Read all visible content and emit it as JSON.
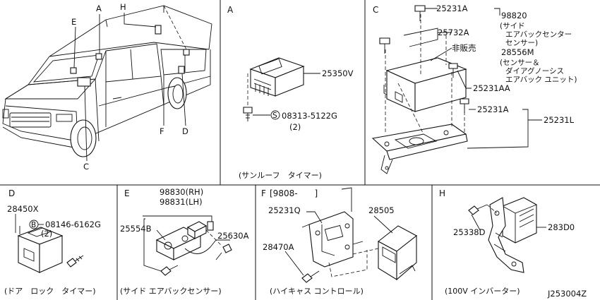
{
  "diagram_code": "J253004Z",
  "overview": {
    "callouts": [
      "A",
      "H",
      "E",
      "F",
      "D",
      "C"
    ]
  },
  "panel_a": {
    "header": "A",
    "part_sensor": "25350V",
    "bolt_symbol": "S",
    "bolt_part": "08313-5122G",
    "bolt_qty": "(2)",
    "caption": "(サンルーフ　タイマー)"
  },
  "panel_c": {
    "header": "C",
    "parts": [
      "25231A",
      "25732A",
      "非販売",
      "25231AA",
      "25231A",
      "25231L"
    ],
    "assy_1_code": "98820",
    "assy_1_desc": [
      "(サイド",
      "エアバックセンター",
      "センサー)"
    ],
    "assy_2_code": "28556M",
    "assy_2_desc": [
      "(センサー＆",
      "ダイアグノーシス",
      "エアバック ユニット)"
    ]
  },
  "panel_d": {
    "header": "D",
    "part_timer": "28450X",
    "bolt_symbol": "B",
    "bolt_part": "08146-6162G",
    "bolt_qty": "(2)",
    "caption": "(ドア　ロック　タイマー)"
  },
  "panel_e": {
    "header": "E",
    "part_rh": "98830(RH)",
    "part_lh": "98831(LH)",
    "part_bracket": "25554B",
    "part_bolt": "25630A",
    "caption": "(サイド エアバックセンサー)"
  },
  "panel_f": {
    "header": "F",
    "date_range": "[9808-　　]",
    "part_bracket": "25231Q",
    "part_bolt": "28470A",
    "part_unit": "28505",
    "caption": "(ハイキャス コントロール)"
  },
  "panel_h": {
    "header": "H",
    "part_bolt": "25338D",
    "part_inverter": "283D0",
    "caption": "(100V インバーター)"
  }
}
